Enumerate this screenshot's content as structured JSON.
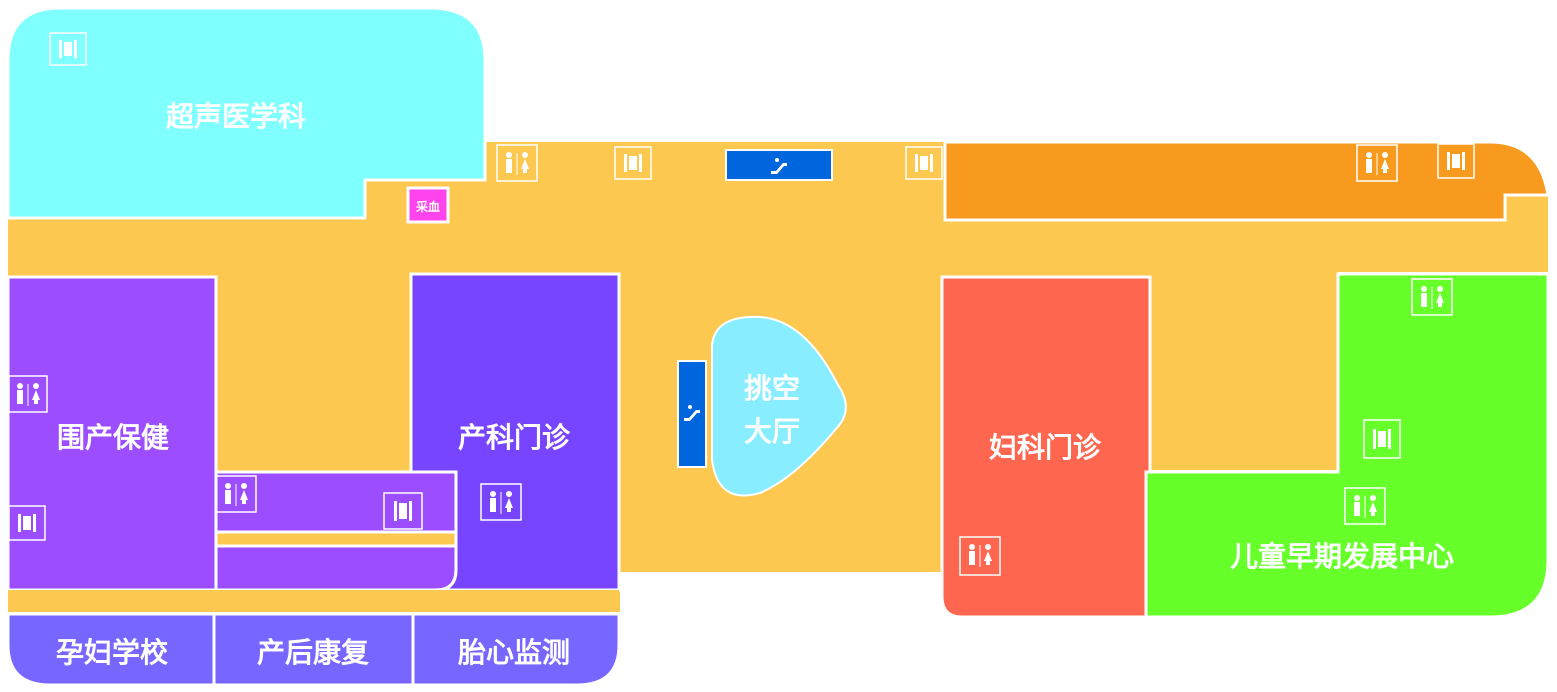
{
  "floor_map": {
    "rooms": {
      "ultrasound": {
        "label": "超声医学科",
        "color": "#80FFFF"
      },
      "blood_draw": {
        "label": "采血",
        "color": "#FF44EE"
      },
      "perinatal": {
        "label": "围产保健",
        "color": "#9B4DFF"
      },
      "obstetrics": {
        "label": "产科门诊",
        "color": "#7744FF"
      },
      "atrium": {
        "label_line1": "挑空",
        "label_line2": "大厅",
        "color": "#88EEFF"
      },
      "gynecology": {
        "label": "妇科门诊",
        "color": "#FF6650"
      },
      "child_dev": {
        "label": "儿童早期发展中心",
        "color": "#66FF2A"
      },
      "maternal_school": {
        "label": "孕妇学校",
        "color": "#7766FF"
      },
      "postpartum": {
        "label": "产后康复",
        "color": "#7766FF"
      },
      "fetal_monitor": {
        "label": "胎心监测",
        "color": "#7766FF"
      },
      "orange_block": {
        "label": "",
        "color": "#F89A1E"
      }
    },
    "corridor_color": "#FCC850",
    "escalator_color": "#0066DD",
    "icons": {
      "restroom": "restroom-icon",
      "elevator": "elevator-icon",
      "escalator": "escalator-icon"
    }
  }
}
